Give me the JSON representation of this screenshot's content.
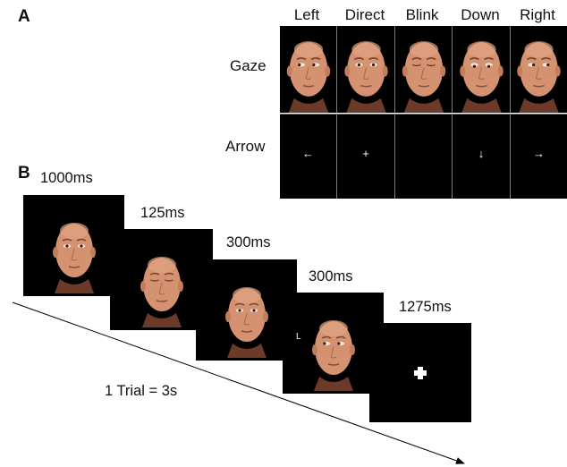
{
  "panel_a": {
    "letter": "A",
    "columns": [
      "Left",
      "Direct",
      "Blink",
      "Down",
      "Right"
    ],
    "rows": {
      "gaze": "Gaze",
      "arrow": "Arrow"
    },
    "arrow_symbols": [
      "←",
      "+",
      "",
      "↓",
      "→"
    ],
    "gaze_direction": [
      "left",
      "direct",
      "blink",
      "down",
      "right"
    ]
  },
  "panel_b": {
    "letter": "B",
    "frames": [
      {
        "duration": "1000ms",
        "content": "face-direct"
      },
      {
        "duration": "125ms",
        "content": "face-blink"
      },
      {
        "duration": "300ms",
        "content": "face-direct"
      },
      {
        "duration": "300ms",
        "content": "face-left",
        "cue": "L"
      },
      {
        "duration": "1275ms",
        "content": "fixation-cross"
      }
    ],
    "trial_label": "1 Trial = 3s"
  }
}
